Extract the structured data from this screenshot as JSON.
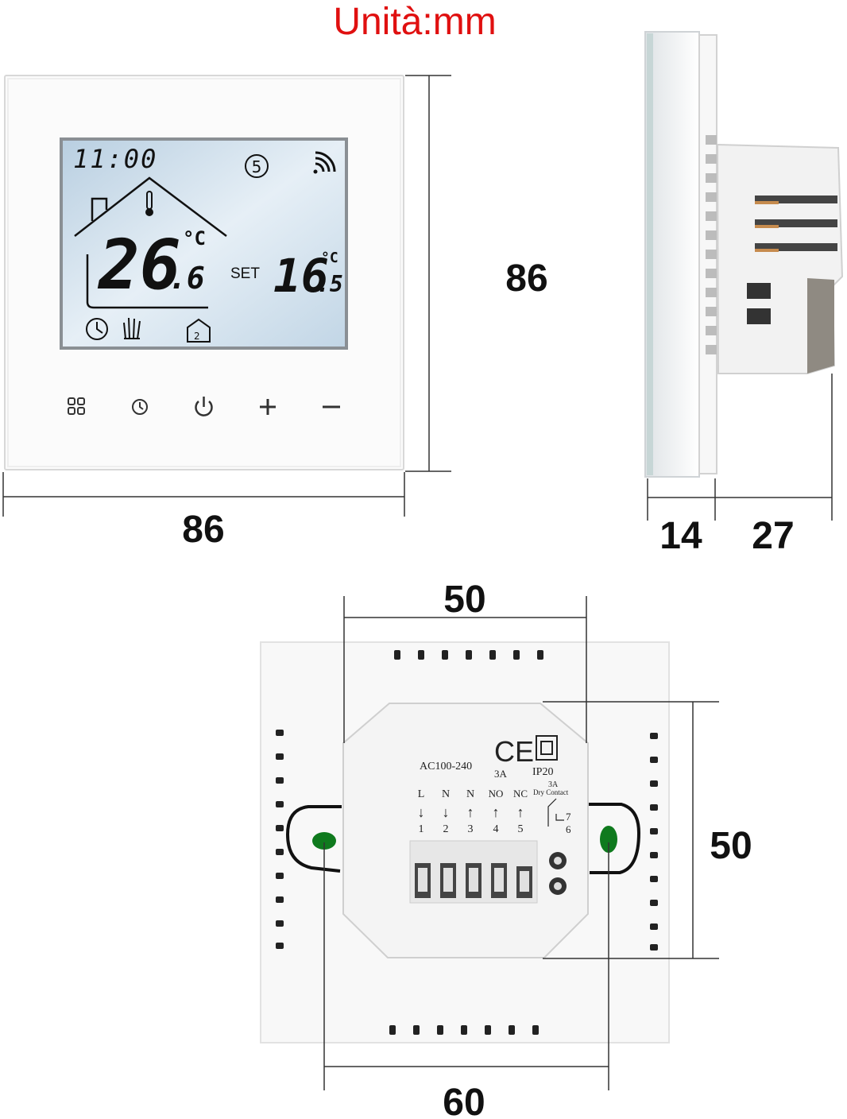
{
  "header": {
    "unit_label": "Unità:mm",
    "unit_color": "#e01010"
  },
  "front_view": {
    "lcd": {
      "time": "11:00",
      "program_number": "5",
      "current_temp_int": "26",
      "current_temp_dec": ".6",
      "current_unit": "°C",
      "set_label": "SET",
      "set_temp_int": "16",
      "set_temp_dec": ".5",
      "set_unit": "°C",
      "mode_icon_label": "2",
      "background": "#c9dbe9"
    },
    "buttons": [
      {
        "name": "menu-button",
        "icon": "four-squares-icon"
      },
      {
        "name": "clock-button",
        "icon": "clock-icon"
      },
      {
        "name": "power-button",
        "icon": "power-icon",
        "symbol": "⏻"
      },
      {
        "name": "plus-button",
        "icon": "plus-icon",
        "symbol": "+"
      },
      {
        "name": "minus-button",
        "icon": "minus-icon",
        "symbol": "−"
      }
    ],
    "width_label": "86",
    "height_label": "86"
  },
  "side_view": {
    "front_depth_label": "14",
    "back_depth_label": "27"
  },
  "back_view": {
    "top_width_label": "50",
    "right_height_label": "50",
    "bottom_width_label": "60",
    "voltage_label": "AC100-240",
    "ce_mark": "CE",
    "current_rating": "3A",
    "ip_rating": "IP20",
    "dry_contact_rating": "3A",
    "dry_contact_label": "Dry Contact",
    "terminals": [
      {
        "letter": "L",
        "arrow": "↓",
        "number": "1"
      },
      {
        "letter": "N",
        "arrow": "↓",
        "number": "2"
      },
      {
        "letter": "N",
        "arrow": "↑",
        "number": "3"
      },
      {
        "letter": "NO",
        "arrow": "↑",
        "number": "4"
      },
      {
        "letter": "NC",
        "arrow": "↑",
        "number": "5"
      }
    ],
    "dry_terminals": {
      "top": "7",
      "bottom": "6"
    },
    "screw_color": "#0f7a1e"
  }
}
